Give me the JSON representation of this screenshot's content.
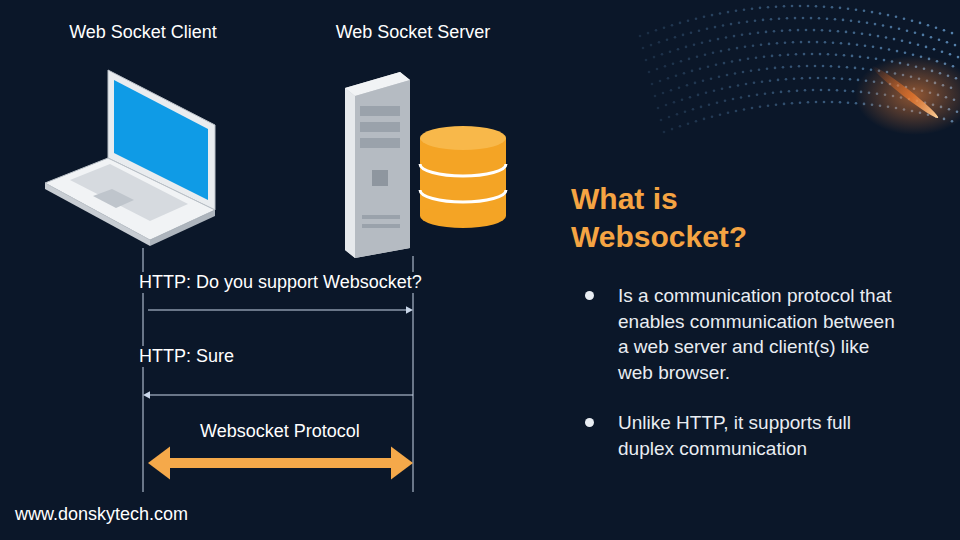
{
  "diagram": {
    "title": "What is Websocket?",
    "nodes": [
      {
        "text": [
          "Web Socket Client"
        ]
      },
      {
        "text": [
          "Web Socket Server"
        ]
      }
    ],
    "edges": [
      {
        "from": 0,
        "to": 1,
        "arrow": "to",
        "label": "HTTP: Do you support Websocket?"
      },
      {
        "from": 1,
        "to": 0,
        "arrow": "to",
        "label": "HTTP: Sure"
      },
      {
        "from": 0,
        "to": 1,
        "arrow": "both",
        "label": "Websocket Protocol"
      }
    ],
    "labels": [
      "Is a communication protocol that enables communication between a web server and client(s) like web browser.",
      "Unlike HTTP, it supports full duplex communication",
      "www.donskytech.com"
    ]
  }
}
